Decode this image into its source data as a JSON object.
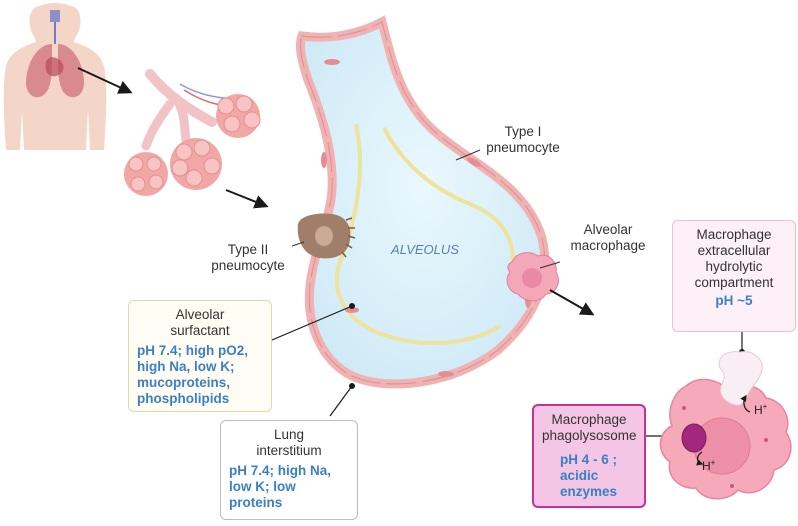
{
  "colors": {
    "alveolus_fill": "#dff3fb",
    "alveolus_wall": "#f2b8b8",
    "surfactant": "#f0e6a6",
    "info_text": "#3b7fc4",
    "surfactant_box_border": "#e3d9a8",
    "surfactant_box_fill": "#fffdf3",
    "interstitium_box_border": "#bdbdbd",
    "extracellular_box_border": "#e8c1d6",
    "extracellular_box_fill": "#fdf0f6",
    "phagolysosome_box_border": "#c0329a",
    "phagolysosome_box_fill": "#f3c6e6",
    "macrophage_fill": "#f6a9b8"
  },
  "labels": {
    "type1": "Type I\npneumocyte",
    "type2": "Type II\npneumocyte",
    "alveolus": "ALVEOLUS",
    "macrophage": "Alveolar\nmacrophage",
    "h_plus_top": "H",
    "h_plus_bottom": "H",
    "plus_sign": "+"
  },
  "boxes": {
    "surfactant": {
      "title": "Alveolar\nsurfactant",
      "info": "pH 7.4; high pO2,\nhigh Na, low K;\nmucoproteins,\nphospholipids"
    },
    "interstitium": {
      "title": "Lung\ninterstitium",
      "info": "pH 7.4; high Na,\nlow K; low\nproteins"
    },
    "extracellular": {
      "title": "Macrophage\nextracellular\nhydrolytic\ncompartment",
      "info": "pH ~5"
    },
    "phagolysosome": {
      "title": "Macrophage\nphagolysosome",
      "info": "pH 4 - 6 ;\nacidic\nenzymes"
    }
  }
}
